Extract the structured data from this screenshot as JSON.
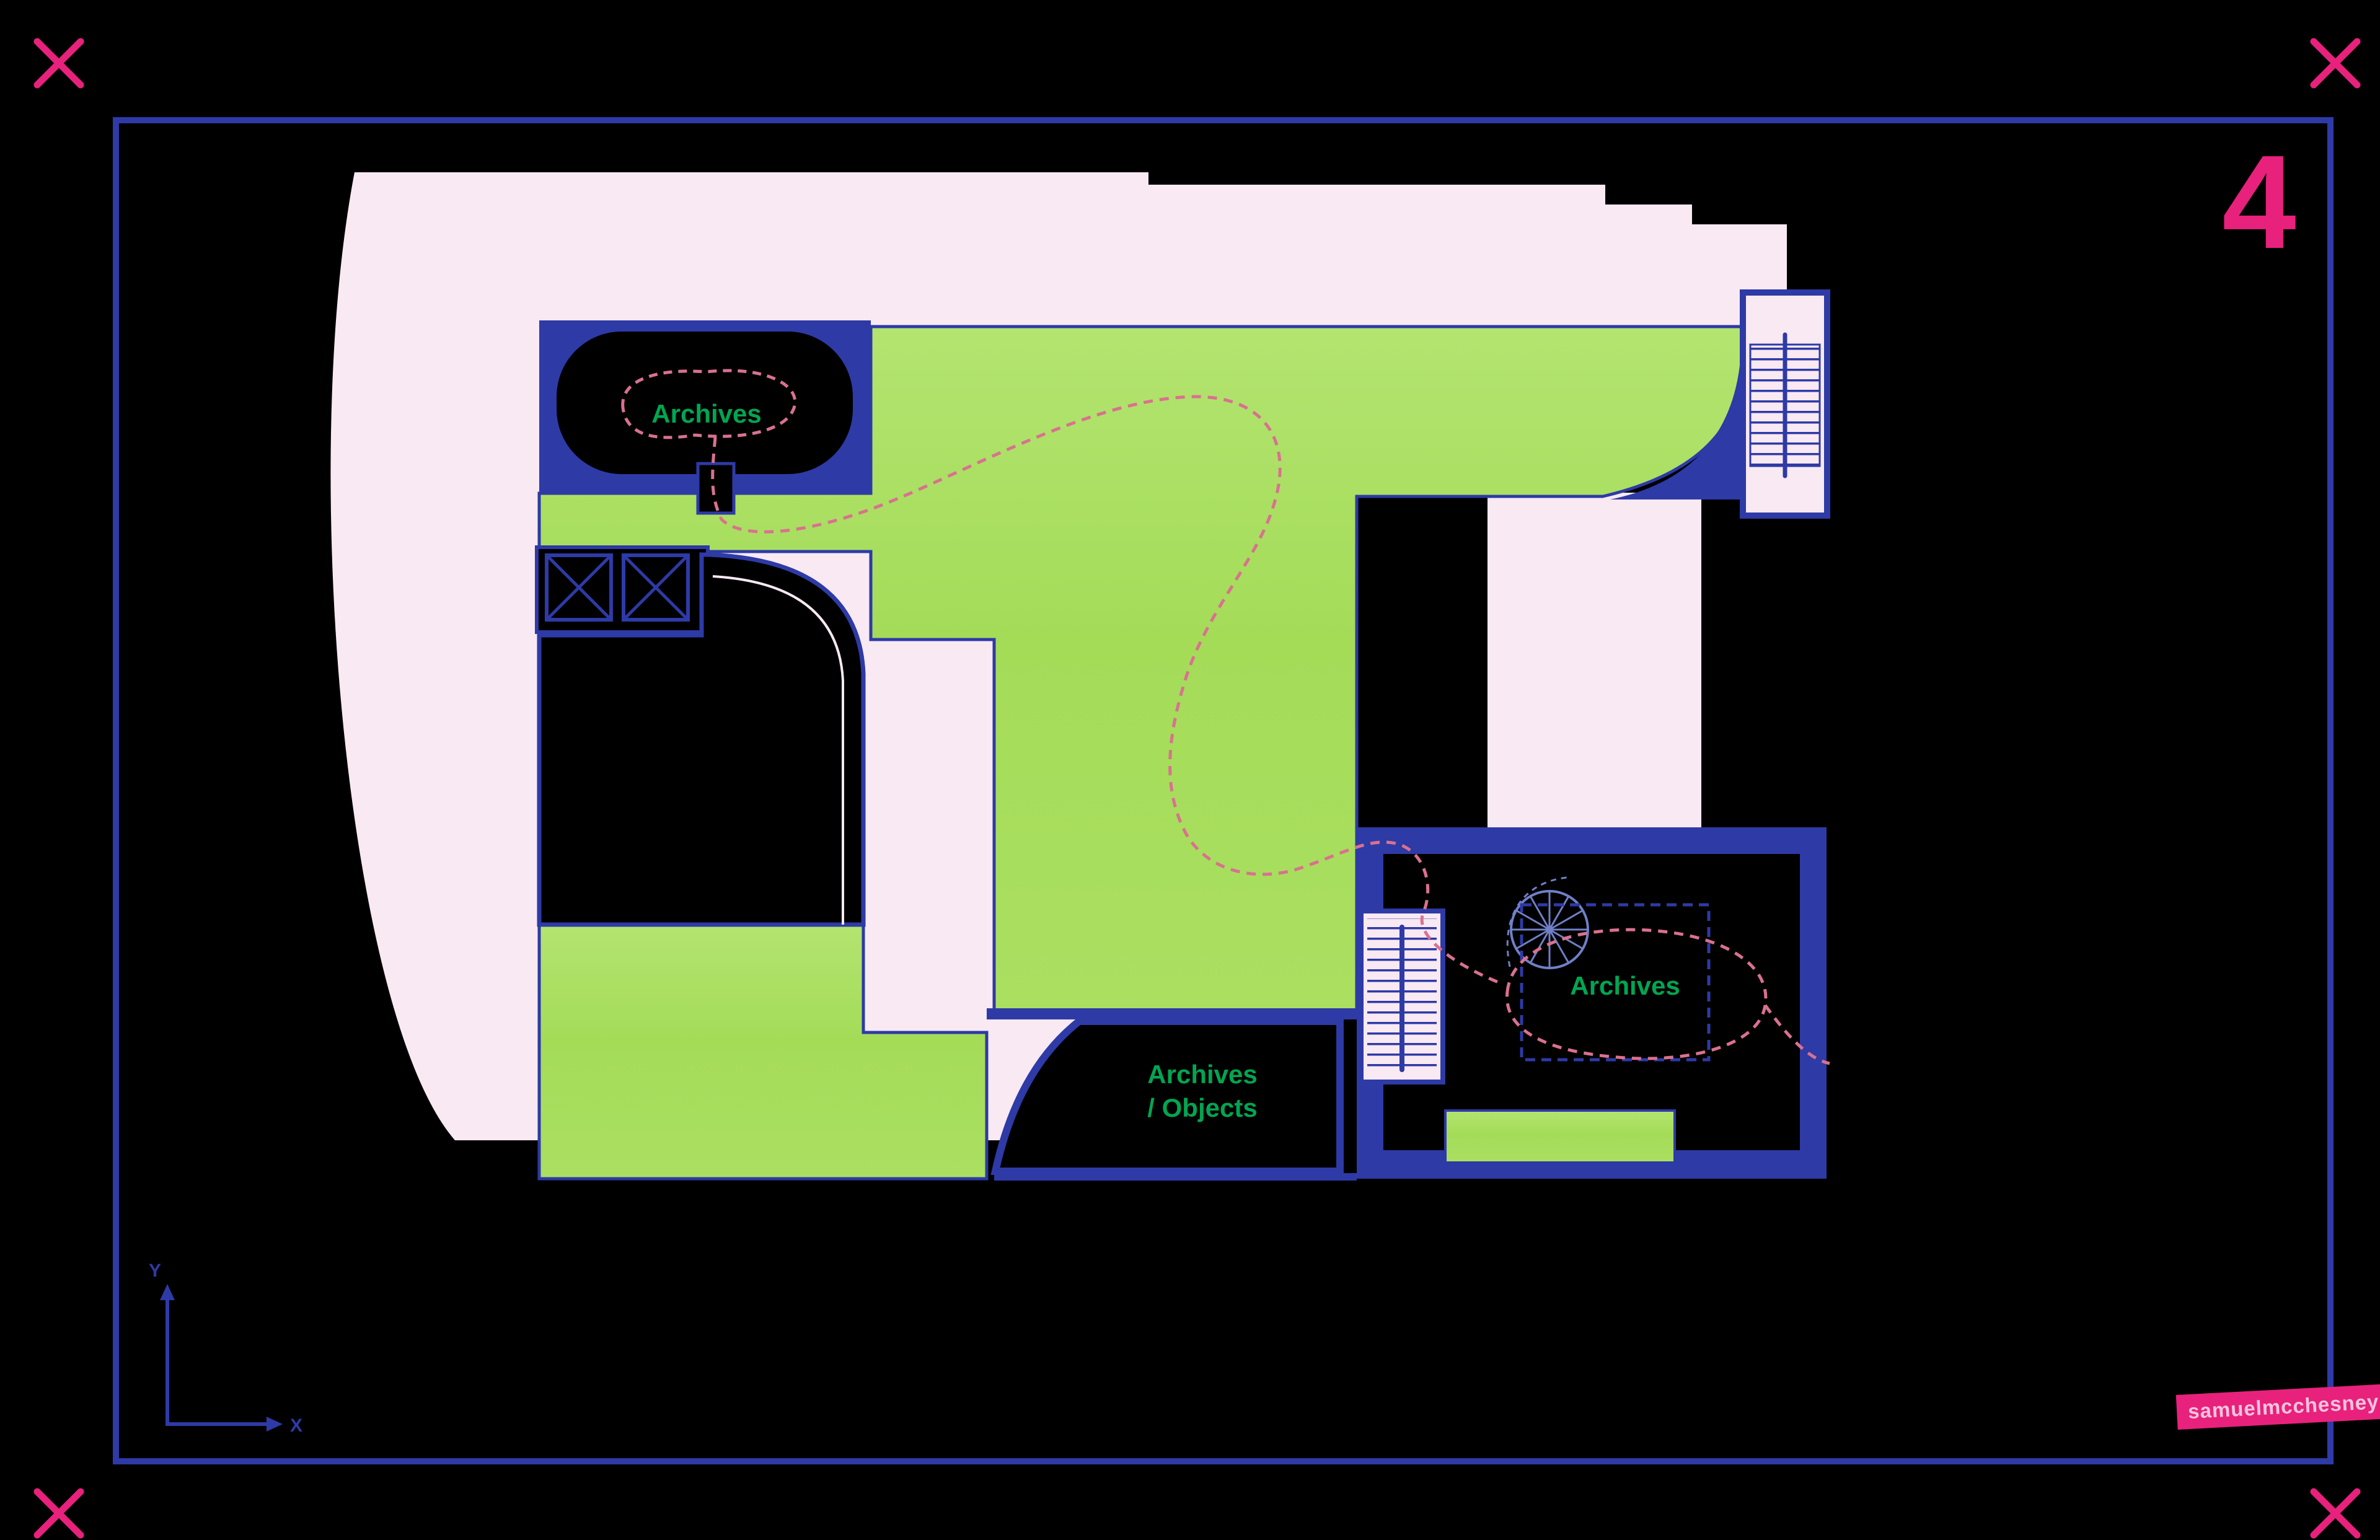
{
  "sheet": {
    "number": "4",
    "watermark": "samuelmcchesney"
  },
  "axis": {
    "x_label": "X",
    "y_label": "Y"
  },
  "rooms": {
    "archives_northwest": {
      "label": "Archives"
    },
    "archives_east": {
      "label": "Archives"
    },
    "archives_objects": {
      "label_line1": "Archives",
      "label_line2": "/ Objects"
    }
  },
  "icons": {
    "registration_mark": "registration-x-icon",
    "elevator": "elevator-icon",
    "staircase": "staircase-icon",
    "spiral_staircase": "spiral-staircase-icon",
    "axis_indicator": "axis-indicator"
  },
  "colors": {
    "background": "#000000",
    "frame_blue": "#2e3aa6",
    "accent_pink": "#e8217c",
    "room_green": "#a8dd5e",
    "room_green_light": "#b6e573",
    "floor_pale": "#f8e9f2",
    "label_green": "#00a651",
    "dashed_path_pink": "#d9718f",
    "spiral_blue": "#7080c8",
    "watermark_text_pink": "#f9c4de",
    "room_black": "#000000"
  }
}
